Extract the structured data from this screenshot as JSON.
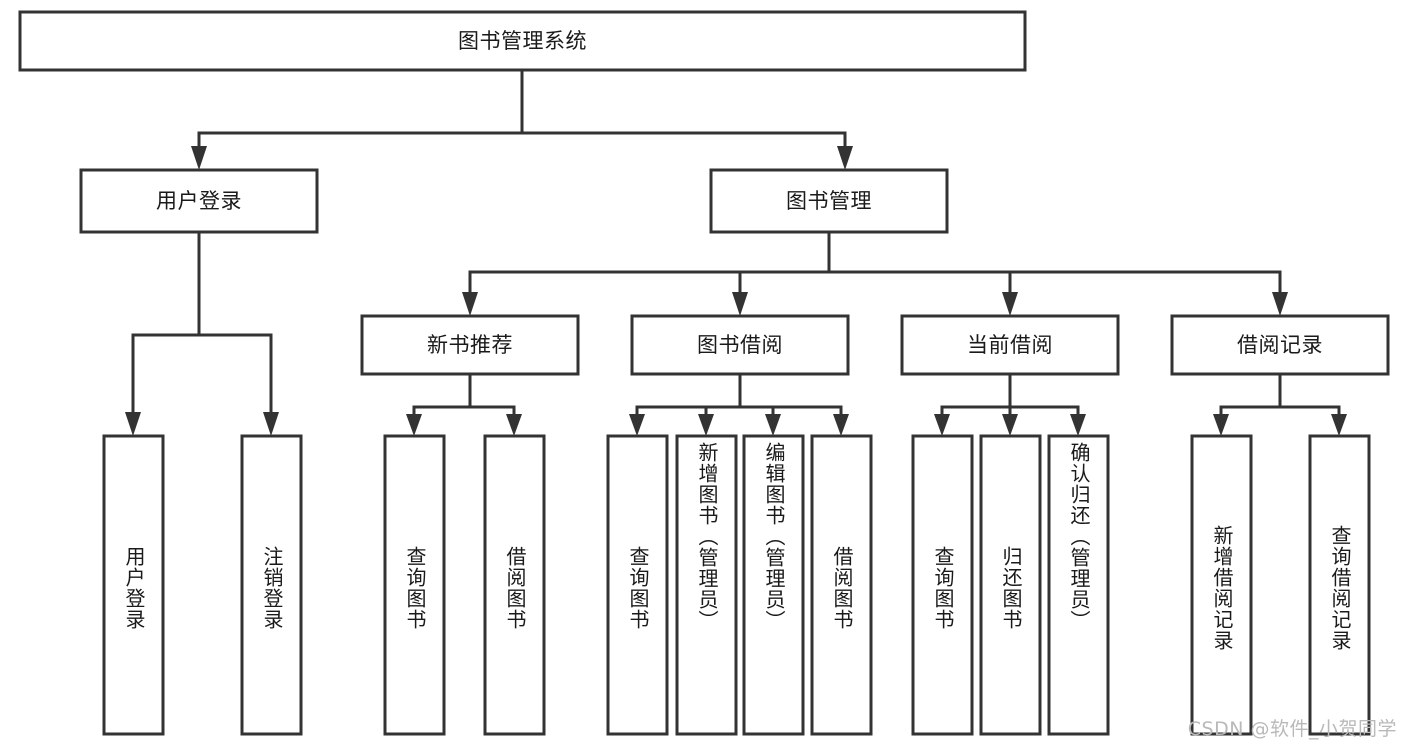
{
  "diagram": {
    "title": "图书管理系统",
    "type": "tree-hierarchy-diagram",
    "colors": {
      "stroke": "#333333",
      "fill": "#ffffff",
      "text": "#1a1a1a",
      "watermark": "#b9b9b9"
    },
    "root": {
      "label": "图书管理系统"
    },
    "level2": [
      {
        "label": "用户登录"
      },
      {
        "label": "图书管理"
      }
    ],
    "level3": [
      {
        "label": "新书推荐"
      },
      {
        "label": "图书借阅"
      },
      {
        "label": "当前借阅"
      },
      {
        "label": "借阅记录"
      }
    ],
    "leaves": {
      "user_login": [
        {
          "label": "用户登录"
        },
        {
          "label": "注销登录"
        }
      ],
      "new_book_recommend": [
        {
          "label": "查询图书"
        },
        {
          "label": "借阅图书"
        }
      ],
      "book_borrow": [
        {
          "label": "查询图书"
        },
        {
          "label": "新增图书（管理员）"
        },
        {
          "label": "编辑图书（管理员）"
        },
        {
          "label": "借阅图书"
        }
      ],
      "current_borrow": [
        {
          "label": "查询图书"
        },
        {
          "label": "归还图书"
        },
        {
          "label": "确认归还（管理员）"
        }
      ],
      "borrow_record": [
        {
          "label": "新增借阅记录"
        },
        {
          "label": "查询借阅记录"
        }
      ]
    },
    "watermark": "CSDN @软件_小贺同学"
  }
}
